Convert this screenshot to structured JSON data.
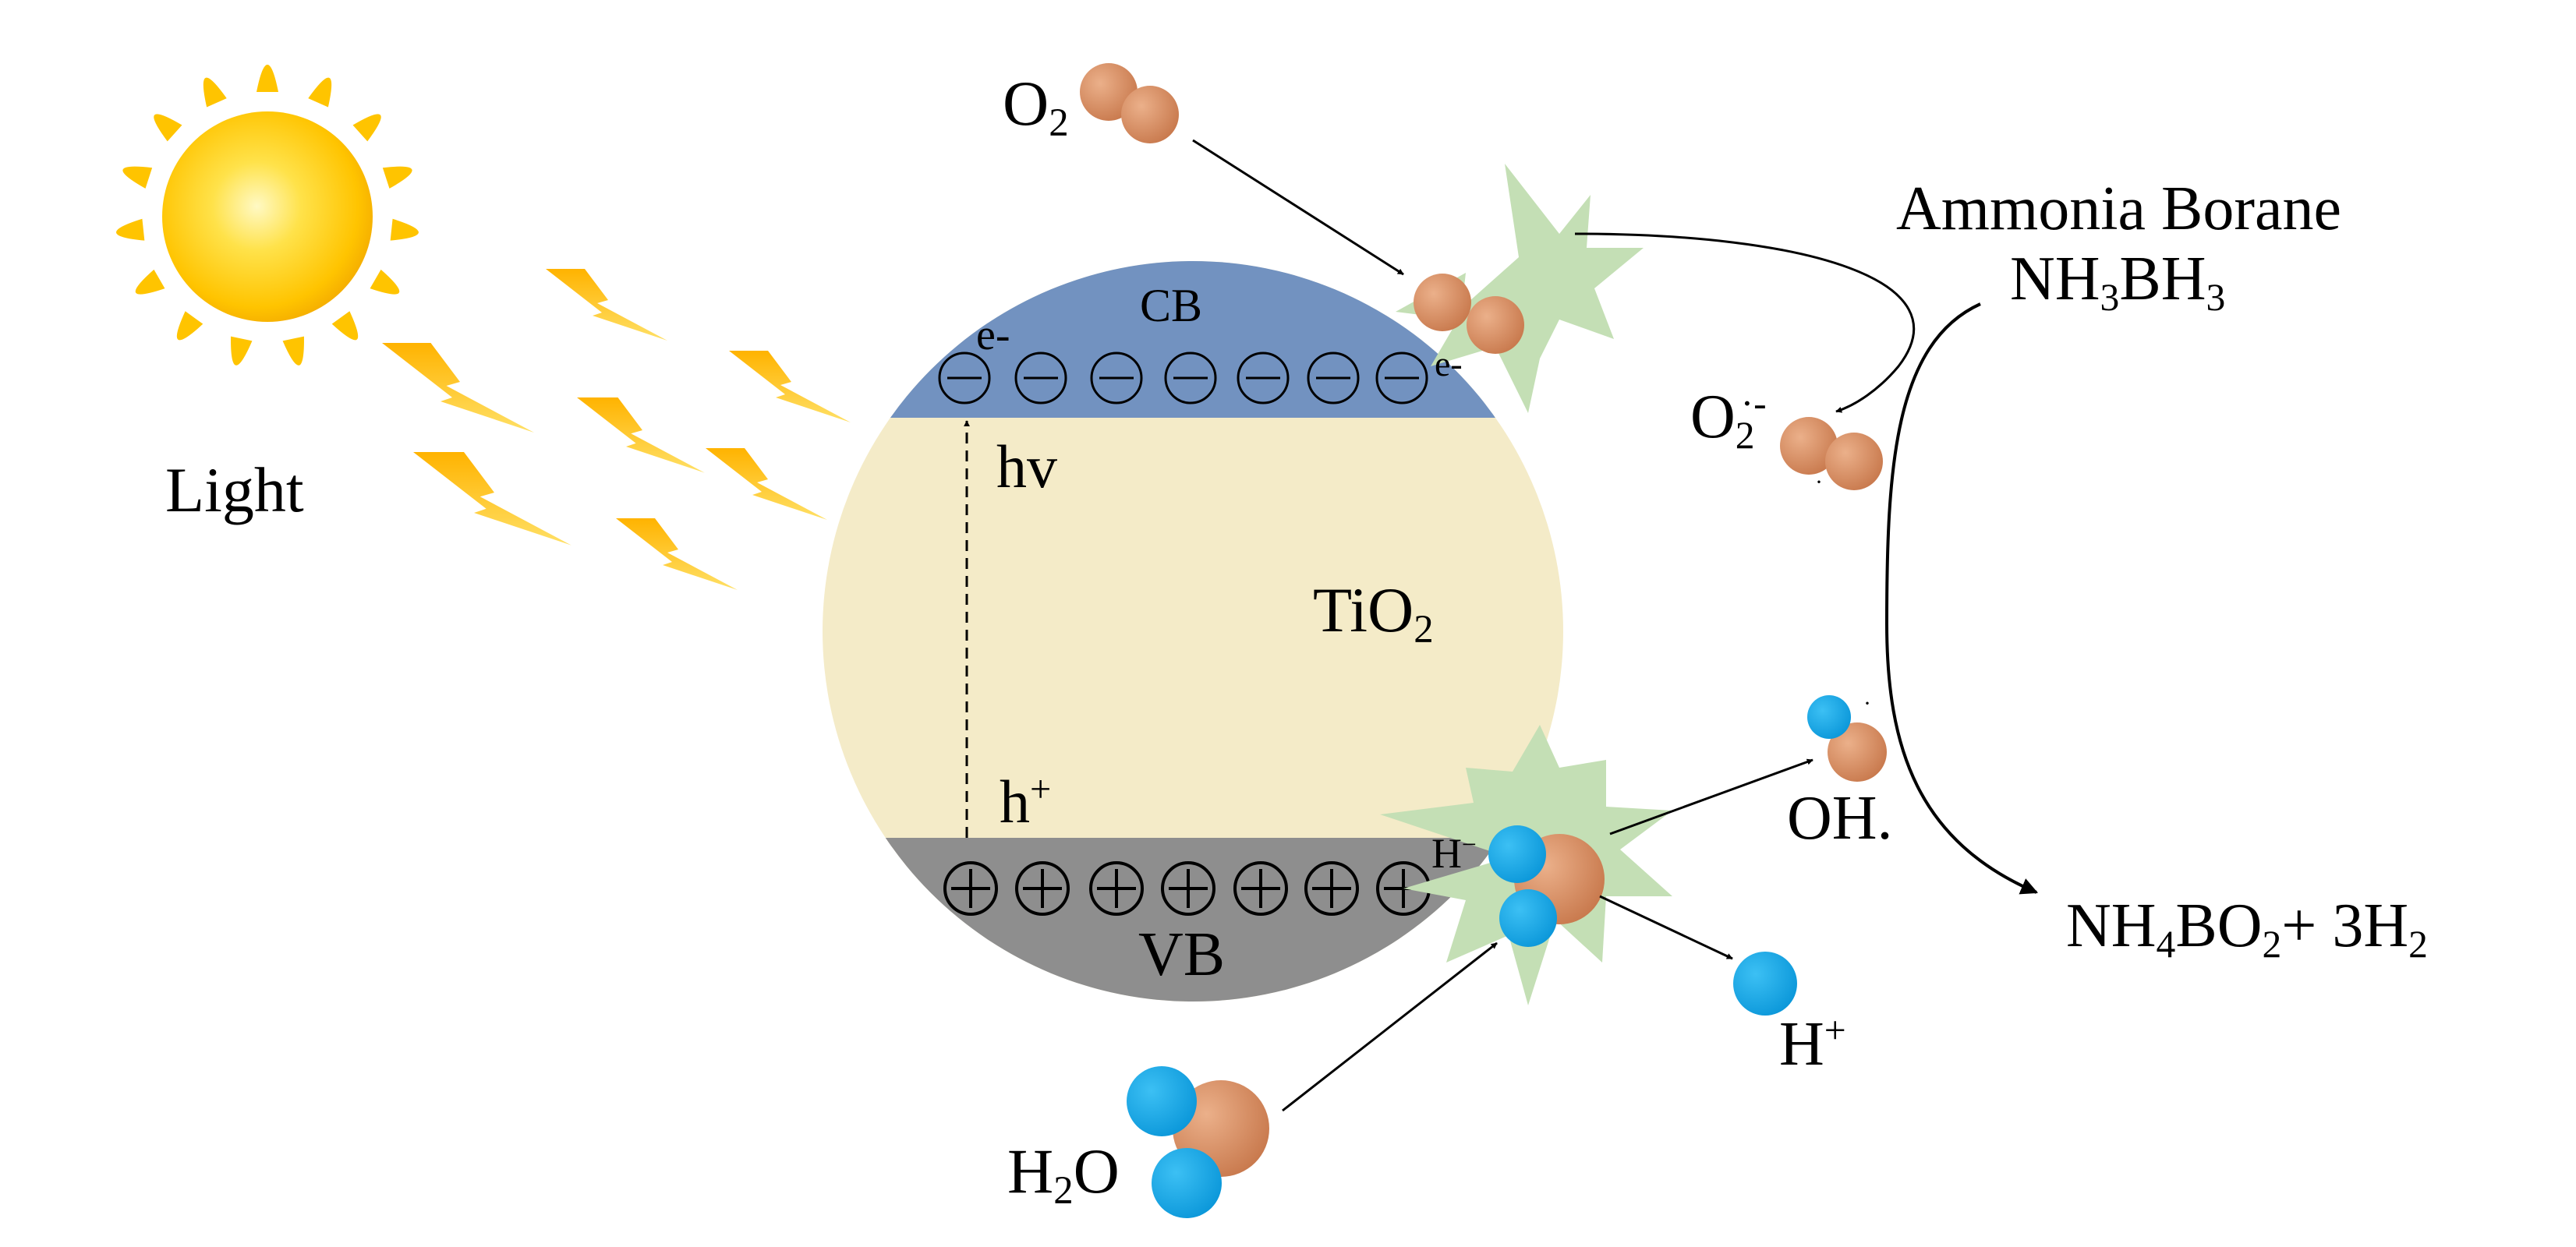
{
  "labels": {
    "light": "Light",
    "o2": {
      "base": "O",
      "sub": "2"
    },
    "cb": "CB",
    "vb": "VB",
    "e_left": "e-",
    "e_right": "e-",
    "hv": "hv",
    "h_plus_band": {
      "base": "h",
      "sup": "+"
    },
    "tio2": {
      "base": "TiO",
      "sub": "2"
    },
    "ammonia_borane": "Ammonia Borane",
    "nh3bh3": {
      "p1": "NH",
      "s1": "3",
      "p2": "BH",
      "s2": "3"
    },
    "superoxide": {
      "base": "O",
      "sub": "2",
      "sup": "·-"
    },
    "h_minus": {
      "base": "H",
      "sup": "−"
    },
    "oh_radical": "OH.",
    "h_plus_ion": {
      "base": "H",
      "sup": "+"
    },
    "h2o": {
      "p1": "H",
      "s1": "2",
      "p2": "O"
    },
    "products": {
      "p1": "NH",
      "s1": "4",
      "p2": "BO",
      "s2": "2",
      "p3": "+ 3H",
      "s3": "2"
    }
  },
  "colors": {
    "cb_band": "#7292C0",
    "vb_band": "#8E8E8E",
    "tio2_body": "#F4EBC8",
    "burst": "#C4DFB5",
    "oxygen_atom": "#D98C5F",
    "hydrogen_atom": "#16A8E8",
    "bolt": "#FFC000",
    "sun_core": "#FFC400"
  },
  "icons": [
    "sun-icon",
    "lightning-bolt-icon",
    "electron-icon",
    "hole-icon",
    "oxygen-molecule-icon",
    "water-molecule-icon",
    "hydroxyl-radical-icon",
    "proton-icon",
    "reaction-burst-icon"
  ]
}
